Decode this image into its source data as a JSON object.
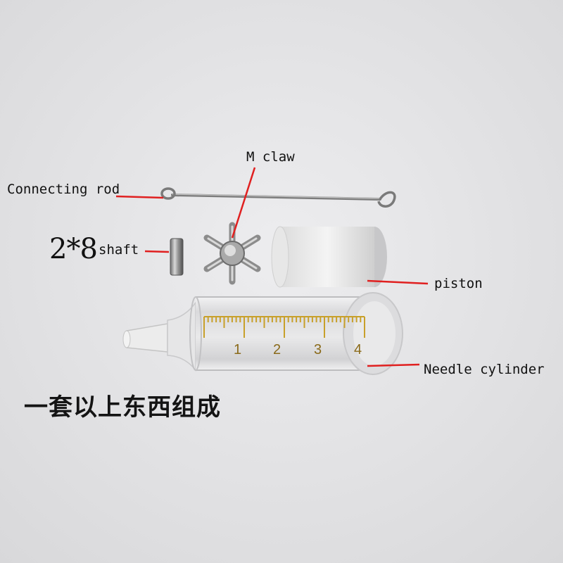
{
  "labels": {
    "connecting_rod": "Connecting rod",
    "m_claw": "M claw",
    "shaft_size": "2*8",
    "shaft": "shaft",
    "piston": "piston",
    "needle_cylinder": "Needle cylinder"
  },
  "scale_numbers": [
    "1",
    "2",
    "3",
    "4"
  ],
  "caption": "一套以上东西组成",
  "colors": {
    "leader_line": "#e02020",
    "scale_marks": "#c8a02a",
    "background": "#e4e4e6"
  }
}
